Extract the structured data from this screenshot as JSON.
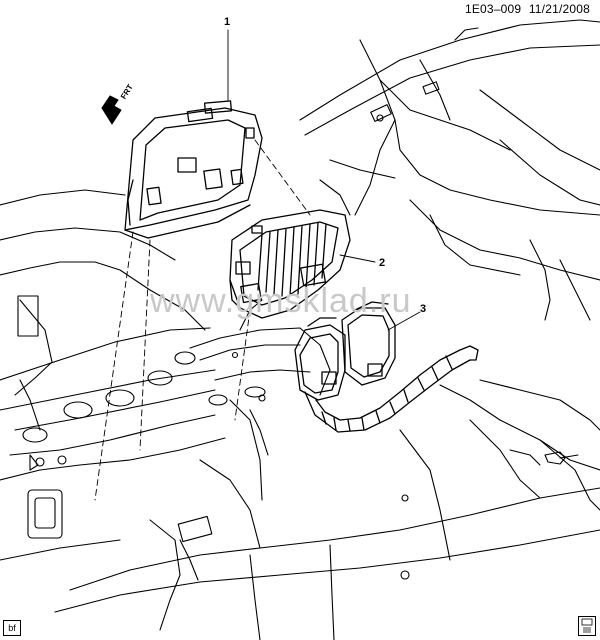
{
  "header": {
    "diagram_code": "1E03–009",
    "date": "11/21/2008"
  },
  "callouts": [
    "1",
    "2",
    "3"
  ],
  "direction_label": "FRT",
  "watermark": "www.gmsklad.ru",
  "footer": {
    "badge": "bf"
  },
  "colors": {
    "line": "#000000",
    "watermark": "#c8c8c8",
    "background": "#ffffff"
  },
  "icons": [
    "front-direction-arrow-icon",
    "trim-level-icon"
  ]
}
